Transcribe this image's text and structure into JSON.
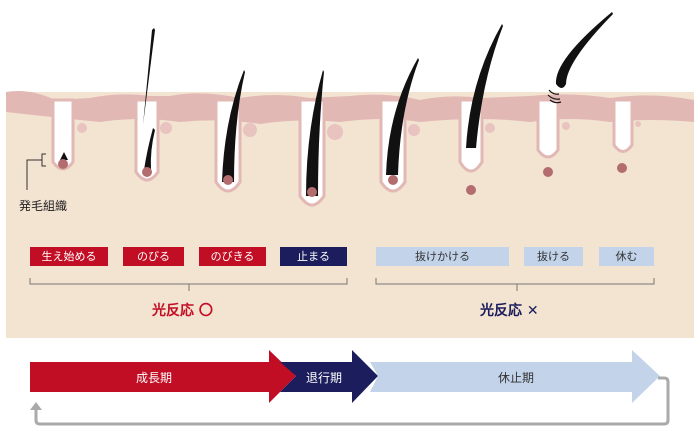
{
  "tissue_label": "発毛組織",
  "stages": [
    {
      "label": "生え始める",
      "group": "response"
    },
    {
      "label": "のびる",
      "group": "response"
    },
    {
      "label": "のびきる",
      "group": "response"
    },
    {
      "label": "止まる",
      "group": "response"
    },
    {
      "label": "抜けかける",
      "group": "no-response"
    },
    {
      "label": "抜ける",
      "group": "no-response"
    },
    {
      "label": "休む",
      "group": "no-response"
    }
  ],
  "responses": {
    "yes": "光反応 〇",
    "no": "光反応 ✕"
  },
  "phases": {
    "anagen": "成長期",
    "catagen": "退行期",
    "telogen": "休止期"
  },
  "colors": {
    "red": "#c20e24",
    "navy": "#1b1d5c",
    "light_blue": "#c3d3ea",
    "skin": "#f3e3d1",
    "epidermis": "#e2b8b5"
  }
}
